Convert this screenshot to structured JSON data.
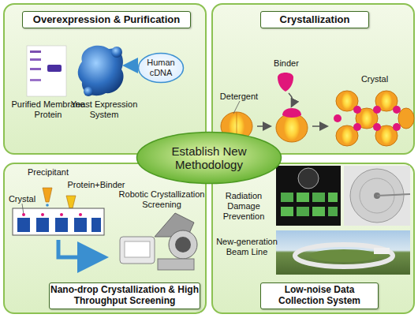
{
  "diagram": {
    "nodes": [
      {
        "text": [
          "Overexpression & Purification"
        ]
      },
      {
        "text": [
          "Human cDNA"
        ],
        "in": 0
      },
      {
        "text": [
          "Crystallization"
        ]
      },
      {
        "text": [
          "Establish New Methodology"
        ]
      },
      {
        "text": [
          "Nano-drop Crystallization & High Throughput Screening"
        ]
      },
      {
        "text": [
          "Low-noise Data Collection System"
        ]
      }
    ],
    "labels": [
      "Purified Membrane Protein",
      "Yeast Expression System",
      "Binder",
      "Detergent",
      "Protein",
      "Crystal",
      "Precipitant",
      "Protein+Binder",
      "Crystal",
      "Robotic Crystallization Screening",
      "Radiation Damage Prevention",
      "New-generation Beam Line"
    ]
  }
}
